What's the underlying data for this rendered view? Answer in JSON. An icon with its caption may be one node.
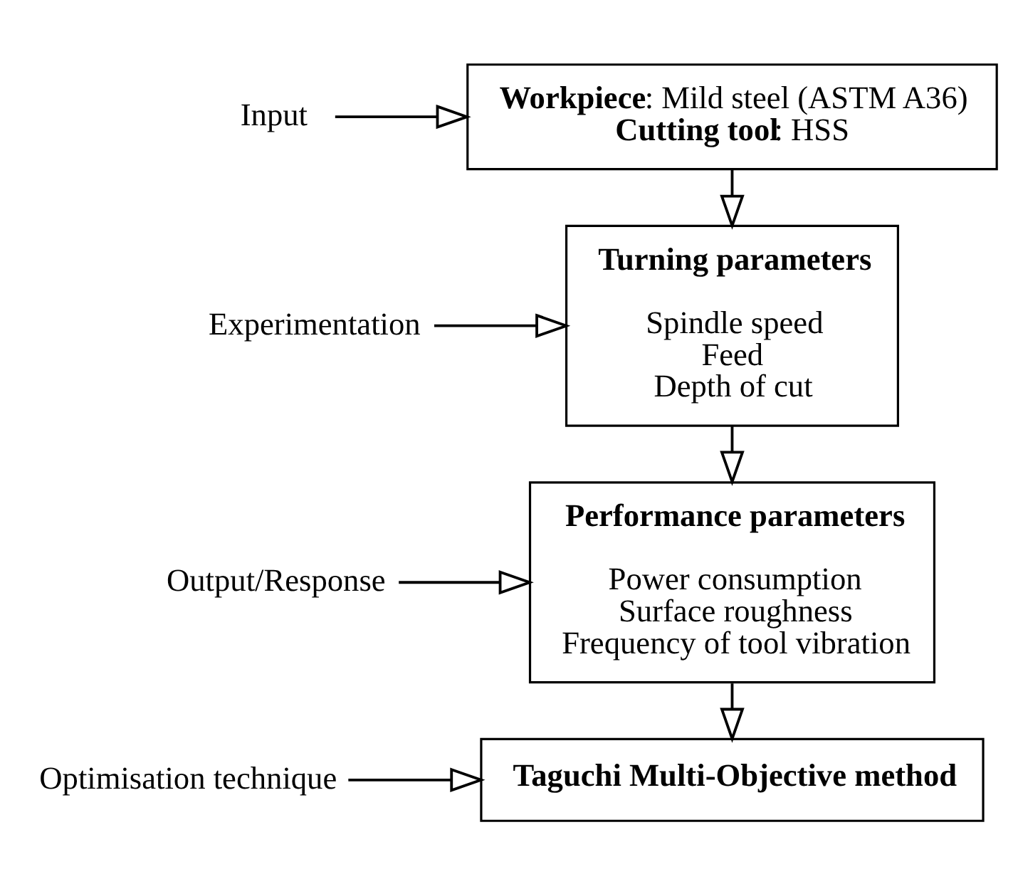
{
  "diagram": {
    "nodes": [
      {
        "text": [
          "Input"
        ]
      },
      {
        "text": [
          "**Workpiece**: Mild steel (ASTM A36)",
          "**Cutting tool**: HSS"
        ]
      },
      {
        "text": [
          "Experimentation"
        ]
      },
      {
        "text": [
          "Turning parameters",
          "Spindle speed",
          "Feed",
          "Depth of cut"
        ]
      },
      {
        "text": [
          "Output/Response"
        ]
      },
      {
        "text": [
          "Performance parameters",
          "Power consumption",
          "Surface roughness",
          "Frequency of tool vibration"
        ]
      },
      {
        "text": [
          "Optimisation technique"
        ]
      },
      {
        "text": [
          "Taguchi Multi-Objective method"
        ]
      }
    ],
    "edges": [
      {
        "from": 0,
        "to": 1,
        "arrow": "to"
      },
      {
        "from": 1,
        "to": 3,
        "arrow": "to"
      },
      {
        "from": 2,
        "to": 3,
        "arrow": "to"
      },
      {
        "from": 3,
        "to": 5,
        "arrow": "to"
      },
      {
        "from": 4,
        "to": 5,
        "arrow": "to"
      },
      {
        "from": 5,
        "to": 7,
        "arrow": "to"
      },
      {
        "from": 6,
        "to": 7,
        "arrow": "to"
      }
    ]
  }
}
